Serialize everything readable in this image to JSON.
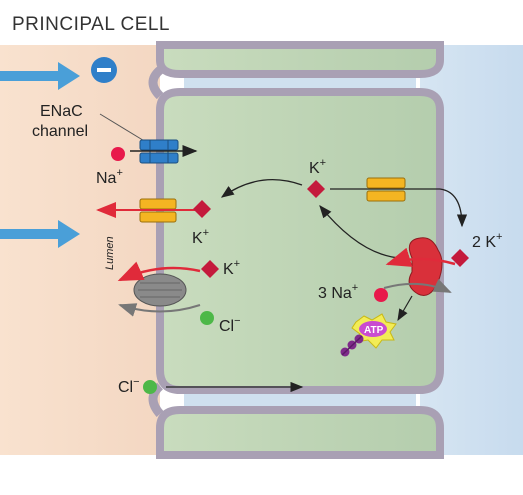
{
  "title": "PRINCIPAL CELL",
  "lumen_label": "Lumen",
  "labels": {
    "enac_line1": "ENaC",
    "enac_line2": "channel",
    "na_lumen": "Na",
    "k_top": "K",
    "k_secreted": "K",
    "k_cotransport": "K",
    "cl_cotransport": "Cl",
    "cl_paracellular": "Cl",
    "pump_na": "3 Na",
    "pump_k": "2 K",
    "atp": "ATP"
  },
  "superscripts": {
    "plus": "+",
    "minus": "−"
  },
  "colors": {
    "lumen": "#f6dcc8",
    "cell": "#bcd3b4",
    "blood": "#cfe0ef",
    "membrane": "#a9a0b4",
    "na": "#e8194b",
    "k": "#c41a3c",
    "cl": "#4db848",
    "enac": "#2f7fc9",
    "k_channel": "#f4b522",
    "pump": "#d9303a",
    "atp": "#c94bd0",
    "flow_arrow": "#4a9fd8",
    "red_arrow": "#e02a3a"
  },
  "icons": {
    "charge": "minus-circle-icon",
    "lumen_flow": "flow-arrow-icon"
  }
}
